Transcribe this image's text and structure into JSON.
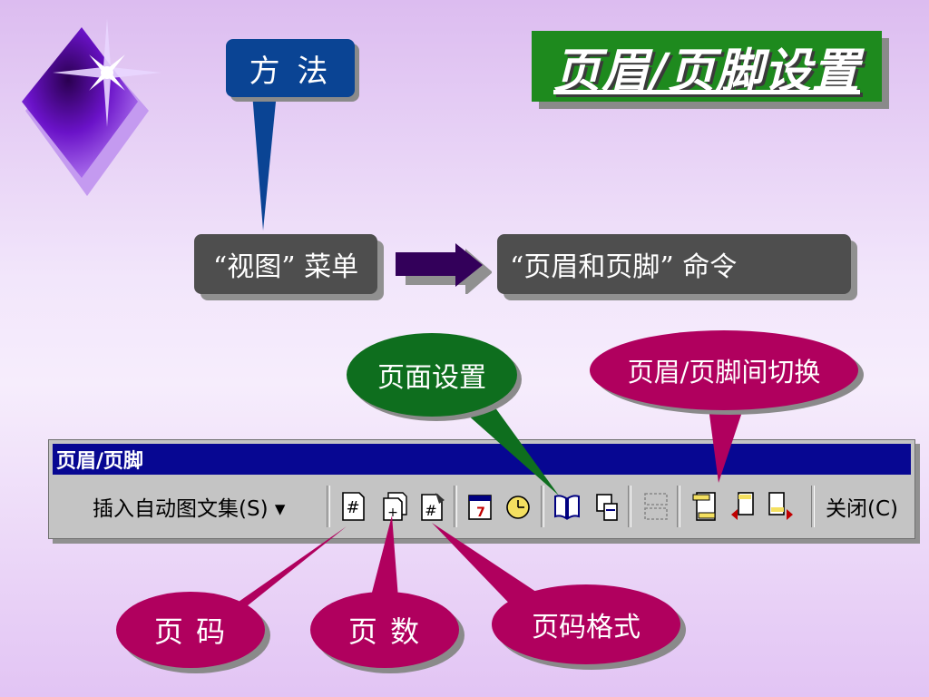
{
  "slide": {
    "title": "页眉/页脚设置",
    "method_label": "方 法",
    "step1": "“视图” 菜单",
    "step2": "“页眉和页脚” 命令"
  },
  "callouts": {
    "page_setup": "页面设置",
    "switch_header_footer": "页眉/页脚间切换",
    "page_number": "页 码",
    "page_count": "页 数",
    "page_number_format": "页码格式"
  },
  "toolbar": {
    "title": "页眉/页脚",
    "autotext_label": "插入自动图文集(S) ▾",
    "close_label": "关闭(C)",
    "buttons": [
      {
        "name": "insert-page-number-icon",
        "tooltip": "插入页码"
      },
      {
        "name": "insert-page-count-icon",
        "tooltip": "插入页数"
      },
      {
        "name": "format-page-number-icon",
        "tooltip": "设置页码格式"
      },
      {
        "name": "insert-date-icon",
        "tooltip": "插入日期"
      },
      {
        "name": "insert-time-icon",
        "tooltip": "插入时间"
      },
      {
        "name": "page-setup-icon",
        "tooltip": "页面设置"
      },
      {
        "name": "show-hide-text-icon",
        "tooltip": "显示/隐藏文档文字"
      },
      {
        "name": "same-as-previous-icon",
        "tooltip": "同前"
      },
      {
        "name": "switch-header-footer-icon",
        "tooltip": "在页眉和页脚间切换"
      },
      {
        "name": "show-previous-icon",
        "tooltip": "显示前一项"
      },
      {
        "name": "show-next-icon",
        "tooltip": "显示下一项"
      }
    ]
  },
  "colors": {
    "title_bg": "#1e8a1e",
    "method_bg": "#0a4494",
    "box_bg": "#4e4e4e",
    "bubble_green": "#0e6e1e",
    "bubble_magenta": "#b0005e",
    "toolbar_title_bg": "#070792",
    "arrow": "#33005a"
  }
}
